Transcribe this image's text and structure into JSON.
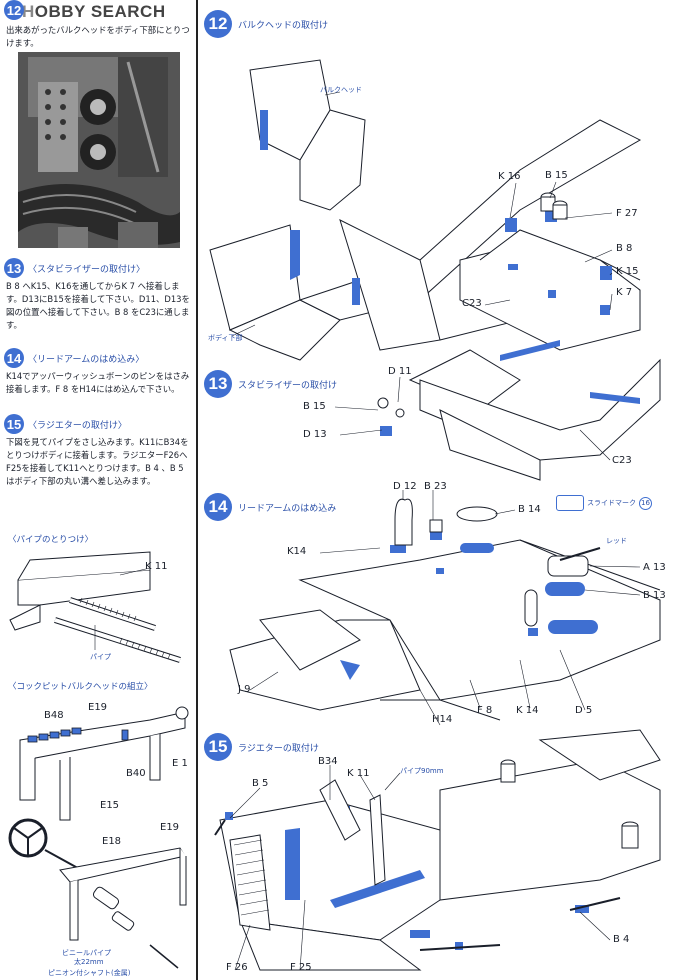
{
  "brand": {
    "prefix": "H",
    "name": "OBBY SEARCH"
  },
  "left": {
    "intro_num": "12",
    "intro_text": "出来あがったバルクヘッドをボディ下部にとりつけます。",
    "s13": {
      "num": "13",
      "title": "〈スタビライザーの取付け〉",
      "text": "B 8 へK15、K16を通してからK 7 へ接着します。D13にB15を接着して下さい。D11、D13を図の位置へ接着して下さい。B 8 をC23に通します。"
    },
    "s14": {
      "num": "14",
      "title": "〈リードアームのはめ込み〉",
      "text": "K14でアッパーウィッシュボーンのピンをはさみ接着します。F 8 をH14にはめ込んで下さい。"
    },
    "s15": {
      "num": "15",
      "title": "〈ラジエターの取付け〉",
      "text": "下図を見てパイプをさし込みます。K11にB34をとりつけボディに接着します。ラジエターF26へF25を接着してK11へとりつけます。B 4 、B 5 はボディ下部の丸い溝へ差し込みます。"
    },
    "pipe_title": "〈パイプのとりつけ〉",
    "pipe_labels": {
      "k11": "K 11",
      "pipe": "パイプ"
    },
    "cockpit_title": "〈コックピットバルクヘッドの組立〉",
    "cockpit_labels": {
      "b48": "B48",
      "e19a": "E19",
      "e1": "E 1",
      "b40": "B40",
      "e15": "E15",
      "e18": "E18",
      "e19b": "E19",
      "vinyl": "ビニールパイプ",
      "vinyl_len": "太22mm",
      "shaft": "ピニオン付シャフト(金属)"
    }
  },
  "step12": {
    "num": "12",
    "title": "バルクヘッドの取付け",
    "bulkhead": "バルクヘッド",
    "body_lower": "ボディ下部"
  },
  "step13": {
    "num": "13",
    "title": "スタビライザーの取付け",
    "labels": {
      "k16": "K 16",
      "b15a": "B 15",
      "f27": "F 27",
      "b8": "B 8",
      "k15": "K 15",
      "k7": "K 7",
      "c23a": "C23",
      "c23b": "C23",
      "d11": "D 11",
      "b15b": "B 15",
      "d13": "D 13"
    }
  },
  "step14": {
    "num": "14",
    "title": "リードアームのはめ込み",
    "labels": {
      "d12": "D 12",
      "b23": "B 23",
      "b14a": "B 14",
      "k14a": "K14",
      "a13": "A 13",
      "b13": "B 13",
      "j9": "J 9",
      "h14": "H14",
      "f8": "F 8",
      "k14b": "K 14",
      "d5": "D 5",
      "red": "レッド",
      "slide_mark": "スライドマーク",
      "slide_num": "16"
    }
  },
  "step15": {
    "num": "15",
    "title": "ラジエターの取付け",
    "labels": {
      "b34": "B34",
      "k11": "K 11",
      "pipe90": "パイプ90mm",
      "b5": "B 5",
      "b4": "B 4",
      "f26": "F 26",
      "f25": "F 25"
    }
  },
  "colors": {
    "accent": "#3f6fd1",
    "ink": "#1a1f2a"
  }
}
